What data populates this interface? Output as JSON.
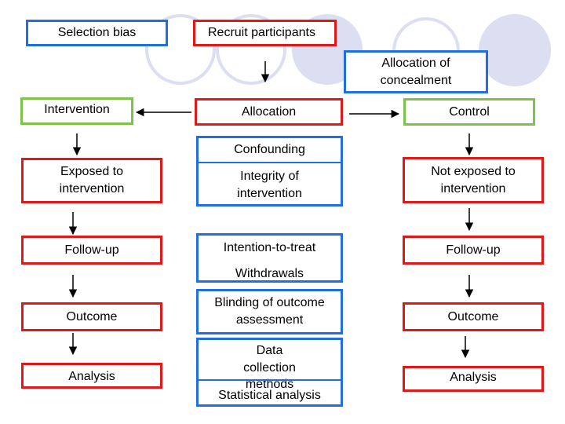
{
  "boxes": {
    "selection_bias": "Selection bias",
    "recruit_participants": "Recruit participants",
    "allocation_concealment": "Allocation of concealment",
    "intervention": "Intervention",
    "allocation": "Allocation",
    "control": "Control",
    "confounding": "Confounding",
    "exposed_to_intervention": "Exposed to intervention",
    "integrity_of_intervention": "Integrity of intervention",
    "not_exposed_to_intervention": "Not exposed to intervention",
    "follow_up_left": "Follow-up",
    "intention_to_treat": "Intention-to-treat",
    "follow_up_right": "Follow-up",
    "withdrawals": "Withdrawals",
    "outcome_left": "Outcome",
    "blinding_of_outcome_assessment": "Blinding of outcome assessment",
    "outcome_right": "Outcome",
    "analysis_left": "Analysis",
    "data_collection_methods": "Data collection methods",
    "statistical_analysis": "Statistical analysis",
    "analysis_right": "Analysis"
  },
  "colors": {
    "red": "#e01818",
    "blue": "#1f6fe0",
    "green": "#7fc24a",
    "decor": "#dcdff2"
  }
}
